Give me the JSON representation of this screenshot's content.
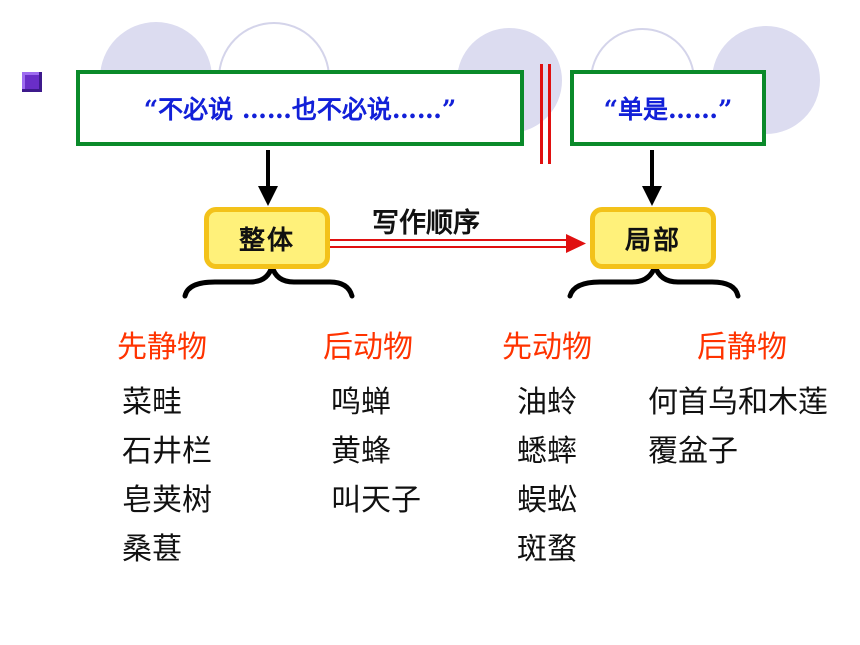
{
  "diagram": {
    "left_quote": "“不必说 ……也不必说……”",
    "right_quote": "“单是……”",
    "whole_label": "整体",
    "part_label": "局部",
    "arrow_label": "写作顺序",
    "groups": [
      {
        "heading": "先静物",
        "items": [
          "菜畦",
          "石井栏",
          "皂荚树",
          "桑葚"
        ]
      },
      {
        "heading": "后动物",
        "items": [
          "鸣蝉",
          "黄蜂",
          "叫天子"
        ]
      },
      {
        "heading": "先动物",
        "items": [
          "油蛉",
          "蟋蟀",
          "蜈蚣",
          "斑蝥"
        ]
      },
      {
        "heading": "后静物",
        "items": [
          "何首乌和木莲",
          "覆盆子"
        ]
      }
    ]
  },
  "colors": {
    "quote_text": "#1220d8",
    "box_border": "#0a8a2a",
    "heading": "#ff3300",
    "tag_fill": "#fff17a",
    "tag_border": "#f3c21a",
    "separator": "#e01010"
  }
}
